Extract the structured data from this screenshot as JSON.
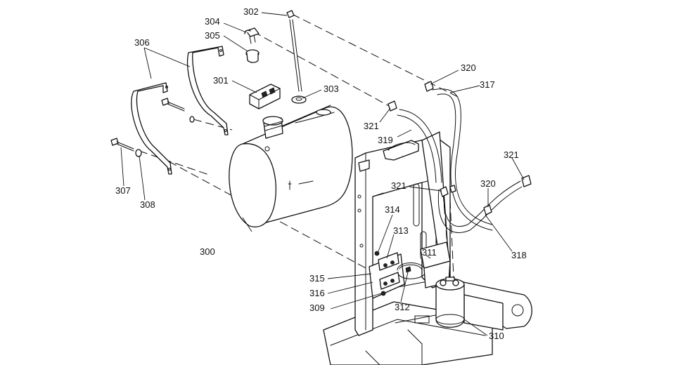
{
  "callouts": [
    {
      "id": "c300",
      "label": "300"
    },
    {
      "id": "c301",
      "label": "301"
    },
    {
      "id": "c302",
      "label": "302"
    },
    {
      "id": "c303",
      "label": "303"
    },
    {
      "id": "c304",
      "label": "304"
    },
    {
      "id": "c305",
      "label": "305"
    },
    {
      "id": "c306",
      "label": "306"
    },
    {
      "id": "c307",
      "label": "307"
    },
    {
      "id": "c308",
      "label": "308"
    },
    {
      "id": "c309",
      "label": "309"
    },
    {
      "id": "c310",
      "label": "310"
    },
    {
      "id": "c311",
      "label": "311"
    },
    {
      "id": "c312",
      "label": "312"
    },
    {
      "id": "c313",
      "label": "313"
    },
    {
      "id": "c314",
      "label": "314"
    },
    {
      "id": "c315",
      "label": "315"
    },
    {
      "id": "c316",
      "label": "316"
    },
    {
      "id": "c317",
      "label": "317"
    },
    {
      "id": "c318",
      "label": "318"
    },
    {
      "id": "c319",
      "label": "319"
    },
    {
      "id": "c320a",
      "label": "320"
    },
    {
      "id": "c320b",
      "label": "320"
    },
    {
      "id": "c321a",
      "label": "321"
    },
    {
      "id": "c321b",
      "label": "321"
    },
    {
      "id": "c321c",
      "label": "321"
    }
  ]
}
